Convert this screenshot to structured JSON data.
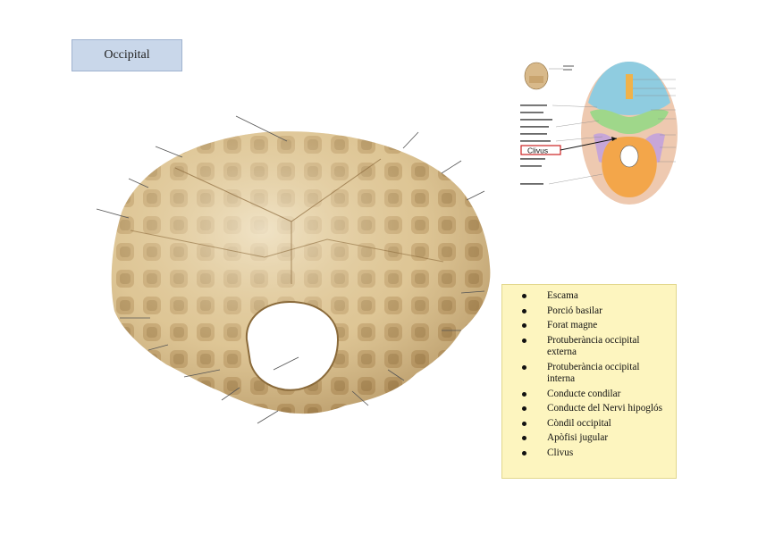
{
  "slide": {
    "title": "Occipital"
  },
  "inset": {
    "highlight_label": "Clivus"
  },
  "legend": {
    "items": [
      "Escama",
      "Porció basilar",
      "Forat magne",
      "Protuberància occipital externa",
      "Protuberància occipital interna",
      "Conducte condilar",
      "Conducte del Nervi hipoglós",
      "Còndil occipital",
      "Apòfisi jugular",
      "Clivus"
    ]
  },
  "colors": {
    "title_box": "#c9d7ea",
    "legend_box": "#fdf5bf",
    "bone": "#d9bf8c",
    "highlight": "#cc2222"
  }
}
